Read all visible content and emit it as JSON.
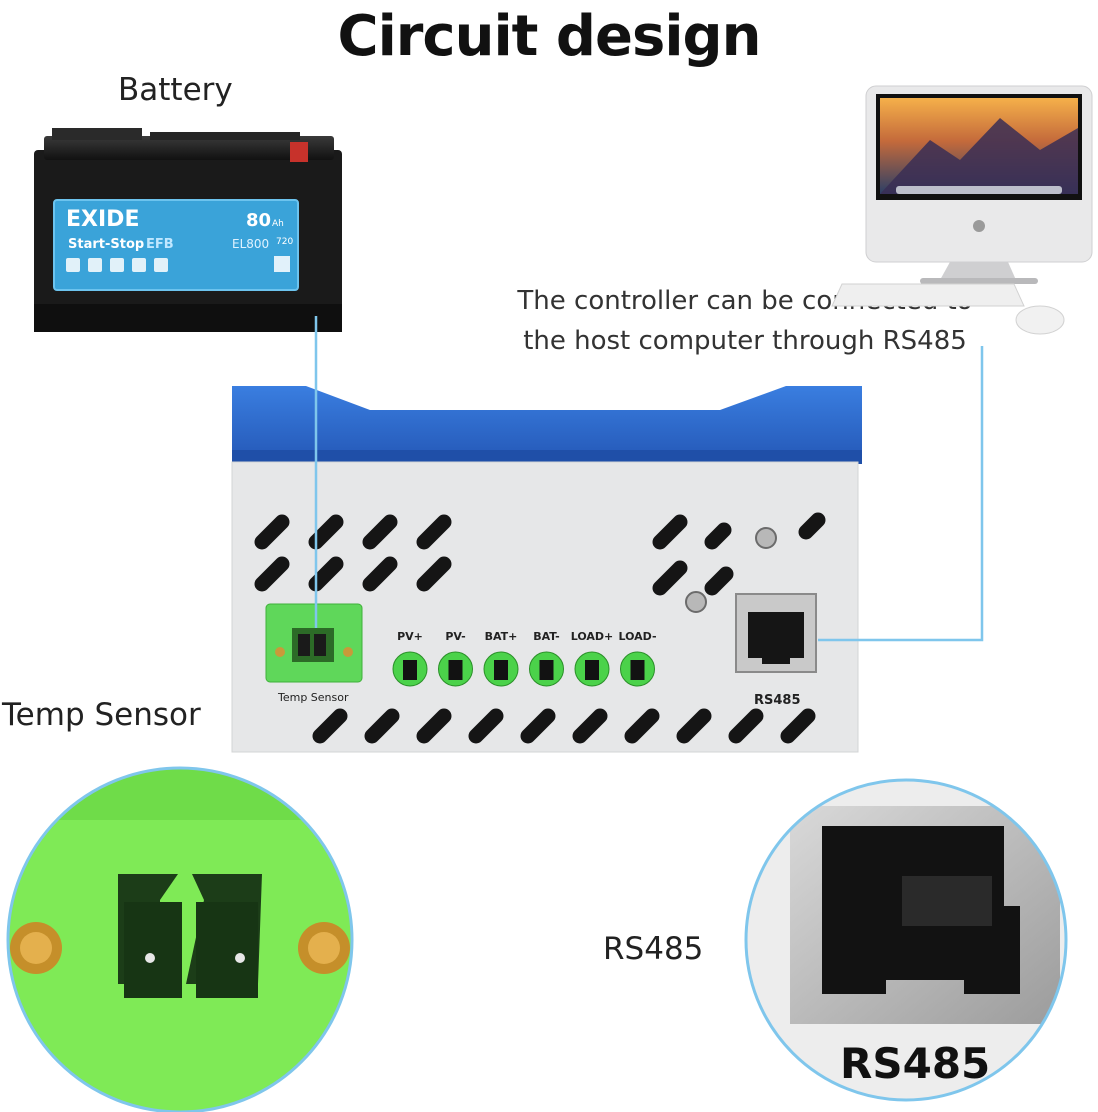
{
  "title": "Circuit design",
  "labels": {
    "battery": "Battery",
    "temp_sensor": "Temp Sensor",
    "rs485": "RS485",
    "controller_caption_line1": "The controller can be connected to",
    "controller_caption_line2": "the host computer through RS485"
  },
  "battery": {
    "brand": "EXIDE",
    "capacity": "80",
    "capacity_unit": "Ah",
    "model_line": "Start-Stop",
    "model_suffix": "EFB",
    "model_code": "EL800",
    "cca": "720"
  },
  "controller": {
    "terminal_labels": [
      "PV+",
      "PV-",
      "BAT+",
      "BAT-",
      "LOAD+",
      "LOAD-"
    ],
    "temp_sensor_label": "Temp Sensor",
    "rs485_label": "RS485"
  },
  "zoom_rs485_label": "RS485",
  "colors": {
    "controller_blue": "#2f6fd6",
    "controller_body": "#e6e7e8",
    "connector_green": "#5fd75a",
    "wire": "#7fc6ec",
    "battery_label": "#3aa3d9"
  }
}
